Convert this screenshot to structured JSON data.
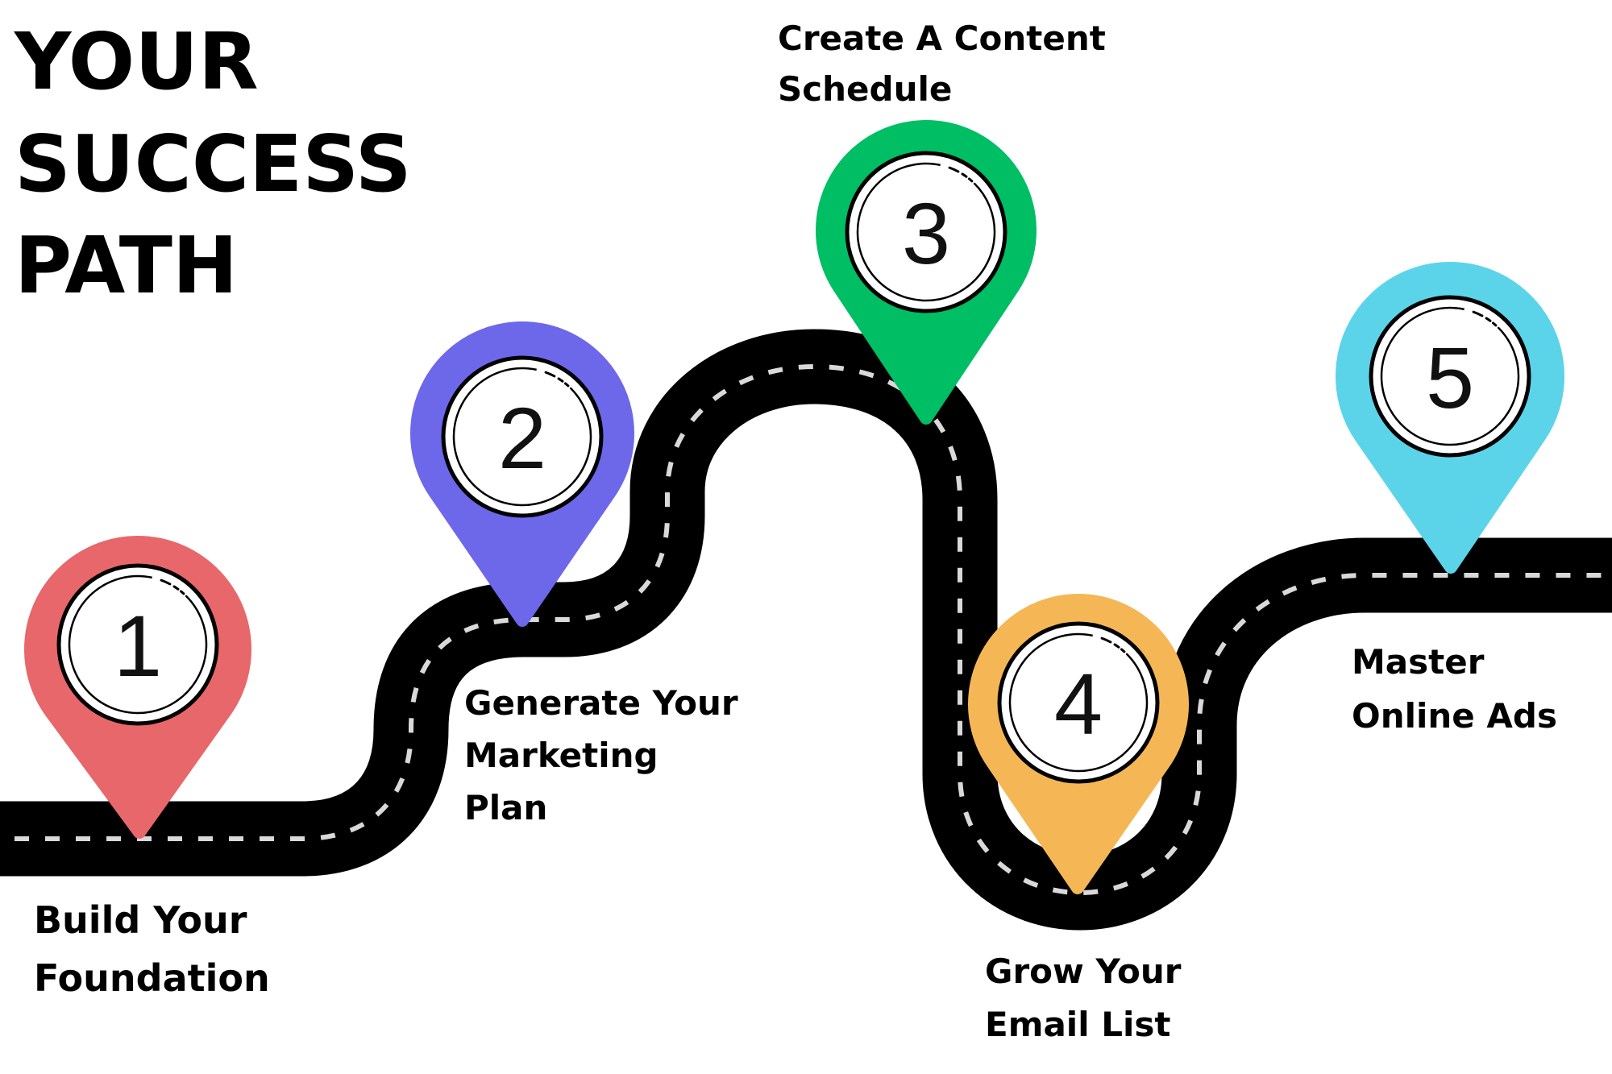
{
  "title": {
    "lines": [
      "YOUR",
      "SUCCESS",
      "PATH"
    ]
  },
  "colors": {
    "road": "#000000",
    "road_dash": "#D9D9D9",
    "background": "#FFFFFF"
  },
  "steps": [
    {
      "number": "1",
      "label_lines": [
        "Build Your",
        "Foundation"
      ],
      "color": "#E8676A"
    },
    {
      "number": "2",
      "label_lines": [
        "Generate Your",
        "Marketing",
        "Plan"
      ],
      "color": "#6D67EA"
    },
    {
      "number": "3",
      "label_lines": [
        "Create A Content",
        "Schedule"
      ],
      "color": "#00BE64"
    },
    {
      "number": "4",
      "label_lines": [
        "Grow Your",
        "Email List"
      ],
      "color": "#F5B756"
    },
    {
      "number": "5",
      "label_lines": [
        "Master",
        "Online Ads"
      ],
      "color": "#5BD4EA"
    }
  ]
}
